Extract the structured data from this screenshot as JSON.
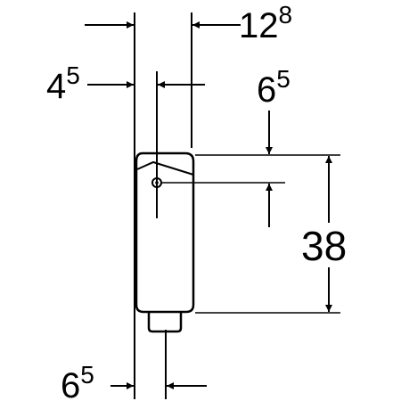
{
  "diagram": {
    "dimensions": {
      "top_right": {
        "main": "12",
        "sup": "8"
      },
      "upper_left": {
        "main": "4",
        "sup": "5"
      },
      "upper_right": {
        "main": "6",
        "sup": "5"
      },
      "height": {
        "main": "38"
      },
      "bottom_left": {
        "main": "6",
        "sup": "5"
      }
    }
  }
}
